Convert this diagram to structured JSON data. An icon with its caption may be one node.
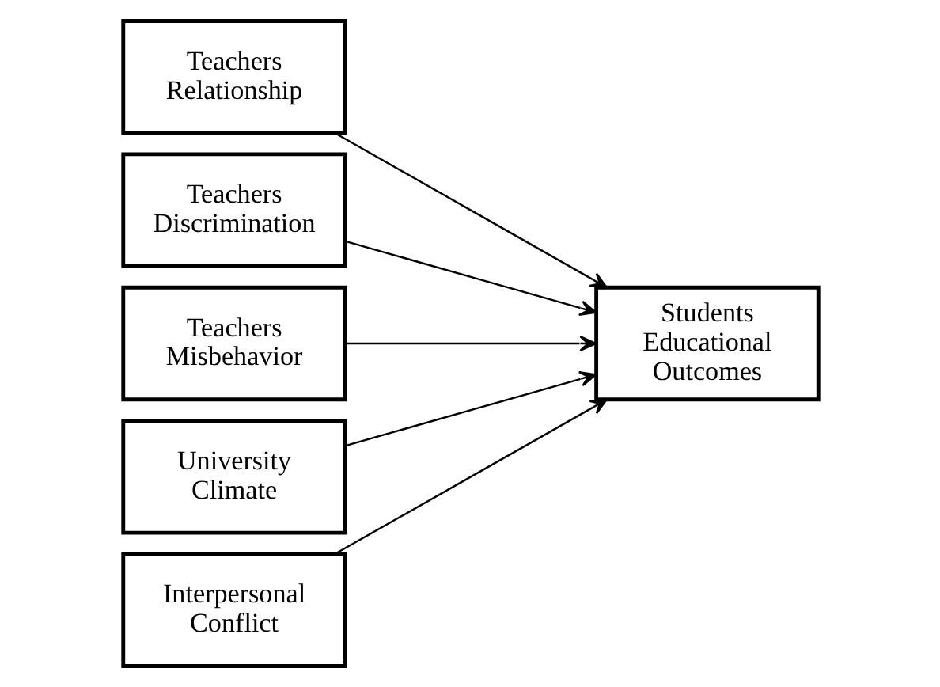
{
  "diagram": {
    "nodes": [
      {
        "text": [
          "Teachers Relationship"
        ]
      },
      {
        "text": [
          "Teachers Discrimination"
        ]
      },
      {
        "text": [
          "Teachers Misbehavior"
        ]
      },
      {
        "text": [
          "University Climate"
        ]
      },
      {
        "text": [
          "Interpersonal Conflict"
        ]
      },
      {
        "text": [
          "Students Educational Outcomes"
        ]
      }
    ],
    "edges": [
      {
        "from": 0,
        "to": 5,
        "arrow": "to"
      },
      {
        "from": 1,
        "to": 5,
        "arrow": "to"
      },
      {
        "from": 2,
        "to": 5,
        "arrow": "to"
      },
      {
        "from": 3,
        "to": 5,
        "arrow": "to"
      },
      {
        "from": 4,
        "to": 5,
        "arrow": "to"
      }
    ]
  }
}
